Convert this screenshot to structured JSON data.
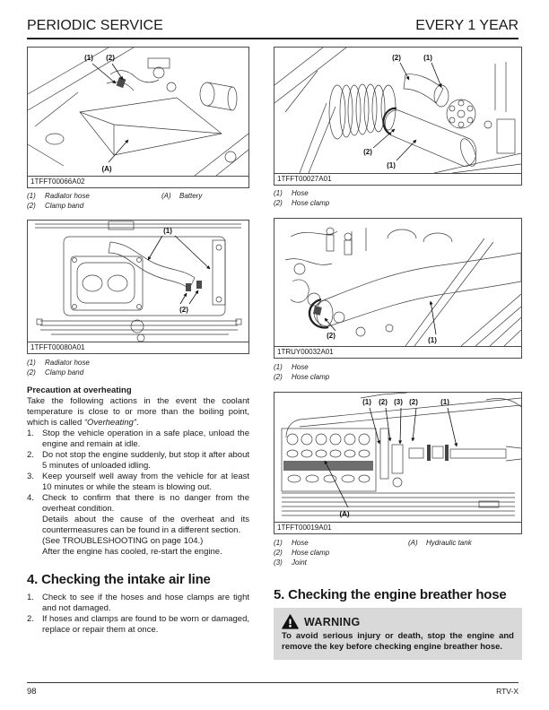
{
  "header": {
    "left_title": "PERIODIC SERVICE",
    "right_title": "EVERY 1 YEAR"
  },
  "figures": {
    "fig1": {
      "code": "1TFFT00066A02",
      "callouts": {
        "c1": "(1)",
        "c2": "(2)",
        "cA": "(A)"
      },
      "legend_left": [
        {
          "num": "(1)",
          "label": "Radiator hose"
        },
        {
          "num": "(2)",
          "label": "Clamp band"
        }
      ],
      "legend_right": [
        {
          "num": "(A)",
          "label": "Battery"
        }
      ]
    },
    "fig2": {
      "code": "1TFFT00080A01",
      "callouts": {
        "c1": "(1)",
        "c2": "(2)"
      },
      "legend_left": [
        {
          "num": "(1)",
          "label": "Radiator hose"
        },
        {
          "num": "(2)",
          "label": "Clamp band"
        }
      ]
    },
    "fig3": {
      "code": "1TFFT00027A01",
      "callouts": {
        "c1": "(2)",
        "c2": "(1)",
        "c3": "(2)",
        "c4": "(1)"
      },
      "legend_left": [
        {
          "num": "(1)",
          "label": "Hose"
        },
        {
          "num": "(2)",
          "label": "Hose clamp"
        }
      ]
    },
    "fig4": {
      "code": "1TRUY00032A01",
      "callouts": {
        "c1": "(2)",
        "c2": "(1)"
      },
      "legend_left": [
        {
          "num": "(1)",
          "label": "Hose"
        },
        {
          "num": "(2)",
          "label": "Hose clamp"
        }
      ]
    },
    "fig5": {
      "code": "1TFFT00019A01",
      "callouts": {
        "c1": "(1)",
        "c2": "(2)",
        "c3": "(3)",
        "c4": "(2)",
        "c5": "(1)",
        "cA": "(A)"
      },
      "legend_left": [
        {
          "num": "(1)",
          "label": "Hose"
        },
        {
          "num": "(2)",
          "label": "Hose clamp"
        },
        {
          "num": "(3)",
          "label": "Joint"
        }
      ],
      "legend_right": [
        {
          "num": "(A)",
          "label": "Hydraulic tank"
        }
      ]
    }
  },
  "precaution": {
    "title": "Precaution at overheating",
    "intro_before": "Take the following actions in the event the coolant temperature is close to or more than the boiling point, which is called ",
    "intro_italic": "“Overheating”",
    "intro_after": ".",
    "items": [
      {
        "num": "1.",
        "text": "Stop the vehicle operation in a safe place, unload the engine and remain at idle."
      },
      {
        "num": "2.",
        "text": "Do not stop the engine suddenly, but stop it after about 5 minutes of unloaded idling."
      },
      {
        "num": "3.",
        "text": "Keep yourself well away from the vehicle for at least 10 minutes or while the steam is blowing out."
      },
      {
        "num": "4.",
        "text": "Check to confirm that there is no danger from the overheat condition."
      }
    ],
    "item4_extra": [
      "Details about the cause of the overheat and its countermeasures can be found in a different section.",
      "(See TROUBLESHOOTING on page 104.)",
      "After the engine has cooled, re-start the engine."
    ]
  },
  "section4": {
    "title": "4. Checking the intake air line",
    "items": [
      {
        "num": "1.",
        "text": "Check to see if the hoses and hose clamps are tight and not damaged."
      },
      {
        "num": "2.",
        "text": "If hoses and clamps are found to be worn or damaged, replace or repair them at once."
      }
    ]
  },
  "section5": {
    "title": "5. Checking the engine breather hose",
    "warning": {
      "label": "WARNING",
      "text": "To avoid serious injury or death, stop the engine and remove the key before checking engine breather hose."
    }
  },
  "footer": {
    "page_number": "98",
    "model": "RTV-X"
  },
  "colors": {
    "warning_bg": "#d9d9d9",
    "hose_gray": "#bdbdbd",
    "dark_part": "#4a4a4a",
    "rule": "#222222"
  }
}
